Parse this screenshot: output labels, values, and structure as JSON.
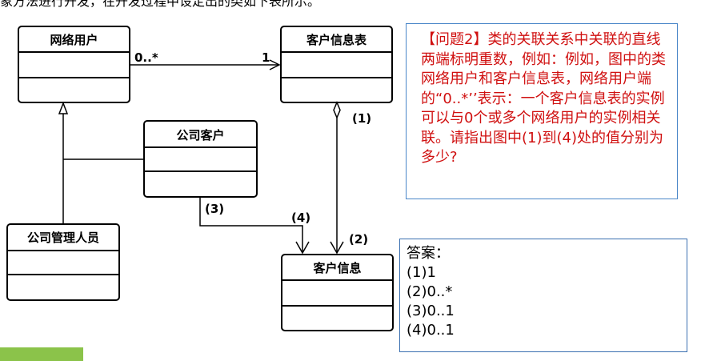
{
  "top_text": "象方法进行开发，在开发过程中设定出的类如下表所示。",
  "classes": {
    "network_user": "网络用户",
    "customer_info_table": "客户信息表",
    "company_customer": "公司客户",
    "company_admin": "公司管理人员",
    "customer_info": "客户信息"
  },
  "multiplicities": {
    "assoc_user_side": "0..*",
    "assoc_table_side": "1",
    "label_1": "(1)",
    "label_2": "(2)",
    "label_3": "(3)",
    "label_4": "(4)"
  },
  "question": "【问题2】类的关联关系中关联的直线两端标明重数，例如：例如，图中的类网络用户和客户信息表，网络用户端的“0..*’’表示：一个客户信息表的实例可以与0个或多个网络用户的实例相关联。请指出图中(1)到(4)处的值分别为多少?",
  "answer": {
    "title": "答案：",
    "lines": [
      "(1)1",
      "(2)0..*",
      "(3)0..1",
      "(4)0..1"
    ]
  },
  "colors": {
    "question_text": "#d01010",
    "question_border": "#4a86c8",
    "answer_border": "#3a6fb0",
    "tab": "#8bc34a"
  }
}
